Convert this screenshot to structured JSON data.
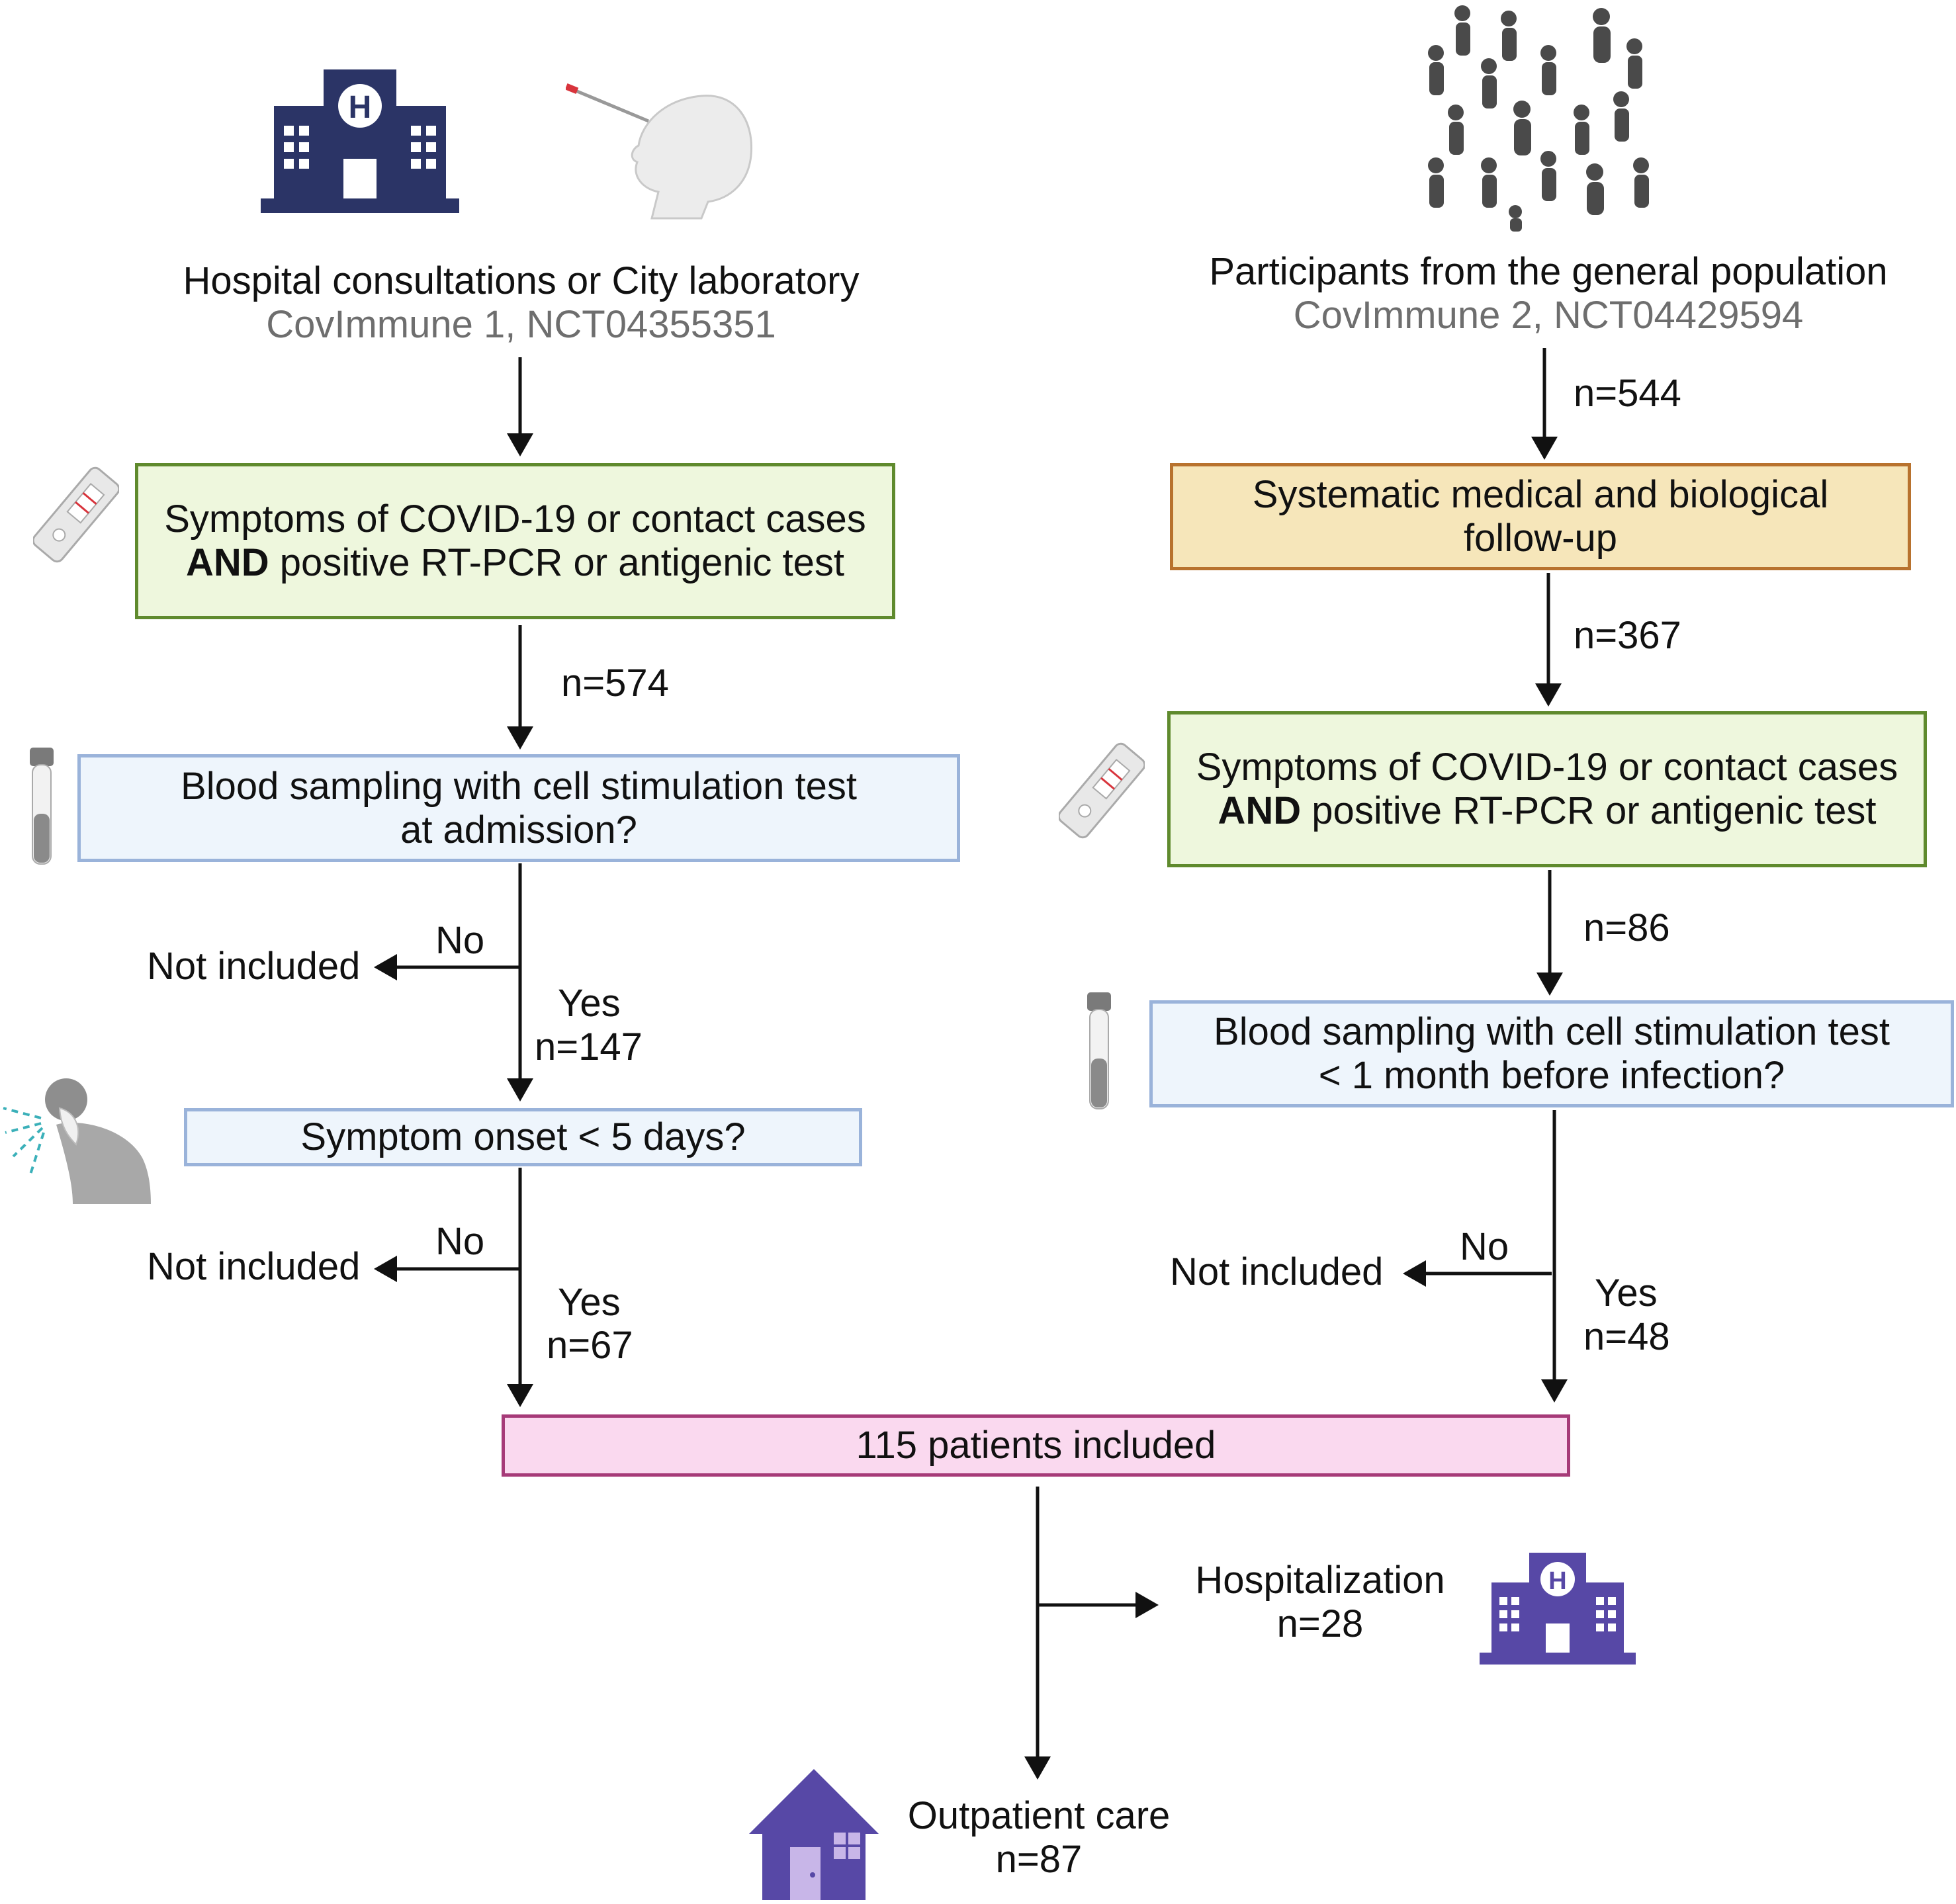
{
  "left": {
    "title": "Hospital consultations or City laboratory",
    "subtitle": "CovImmune 1, NCT04355351",
    "box1": {
      "line1": "Symptoms of COVID-19 or contact cases",
      "bold": "AND",
      "line2rest": " positive RT-PCR or antigenic test"
    },
    "n1": "n=574",
    "box2": {
      "line1": "Blood sampling with cell stimulation test",
      "line2": "at admission?"
    },
    "no1": "No",
    "not1": "Not included",
    "yes1": "Yes",
    "n2": "n=147",
    "box3": "Symptom onset < 5 days?",
    "no2": "No",
    "not2": "Not included",
    "yes2": "Yes",
    "n3": "n=67"
  },
  "right": {
    "title": "Participants from the general population",
    "subtitle": "CovImmune 2, NCT04429594",
    "n1": "n=544",
    "box1": {
      "line1": "Systematic medical and biological",
      "line2": "follow-up"
    },
    "n2": "n=367",
    "box2": {
      "line1": "Symptoms of COVID-19 or contact cases",
      "bold": "AND",
      "line2rest": " positive RT-PCR or antigenic test"
    },
    "n3": "n=86",
    "box3": {
      "line1": "Blood sampling with cell stimulation test",
      "line2": "< 1 month before infection?"
    },
    "no": "No",
    "not": "Not included",
    "yes": "Yes",
    "n4": "n=48"
  },
  "bottom": {
    "included": "115 patients included",
    "hosp_label": "Hospitalization",
    "hosp_n": "n=28",
    "outpatient_label": "Outpatient care",
    "outpatient_n": "n=87"
  },
  "icons": [
    "hospital-icon",
    "nasal-swab-icon",
    "crowd-icon",
    "rapid-test-icon",
    "blood-tube-icon",
    "coughing-person-icon",
    "house-icon"
  ],
  "colors": {
    "navy": "#2b3466",
    "purple": "#5748a6",
    "green_border": "#5f8a2d",
    "blue_border": "#9ab3da",
    "orange_border": "#b8722e",
    "pink_border": "#a63a78"
  }
}
